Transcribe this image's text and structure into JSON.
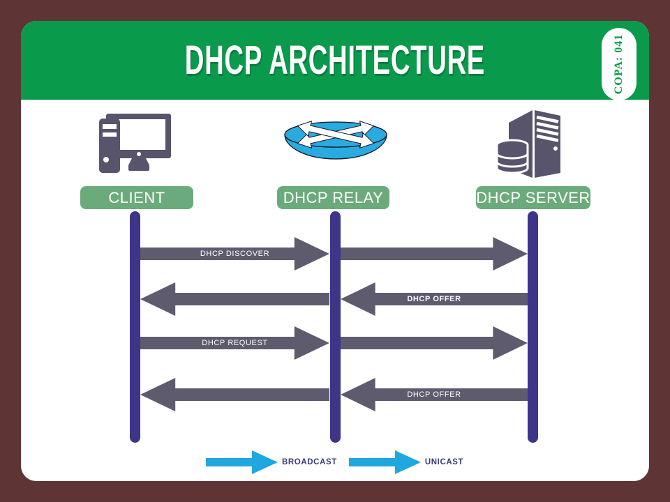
{
  "header": {
    "title": "DHCP ARCHITECTURE",
    "badge": "COPA: 041"
  },
  "entities": [
    {
      "label": "CLIENT",
      "icon": "desktop-computer"
    },
    {
      "label": "DHCP RELAY",
      "icon": "router"
    },
    {
      "label": "DHCP SERVER",
      "icon": "server-database"
    }
  ],
  "messages": [
    {
      "label": "DHCP DISCOVER",
      "direction": "right",
      "label_segment": "left",
      "bold": false
    },
    {
      "label": "DHCP OFFER",
      "direction": "left",
      "label_segment": "right",
      "bold": true
    },
    {
      "label": "DHCP REQUEST",
      "direction": "right",
      "label_segment": "left",
      "bold": false
    },
    {
      "label": "DHCP OFFER",
      "direction": "left",
      "label_segment": "right",
      "bold": false
    }
  ],
  "legend": {
    "items": [
      {
        "label": "BROADCAST"
      },
      {
        "label": "UNICAST"
      }
    ]
  },
  "colors": {
    "frame_maroon": "#5E3434",
    "header_green": "#0A9A4B",
    "label_green": "#6BAB7B",
    "lifeline_indigo": "#3C3588",
    "arrow_gray": "#5E5B6F",
    "legend_blue": "#1FA7E0",
    "legend_text": "#3B3A7C",
    "icon_slate": "#57546B",
    "router_blue": "#29ABE2"
  }
}
